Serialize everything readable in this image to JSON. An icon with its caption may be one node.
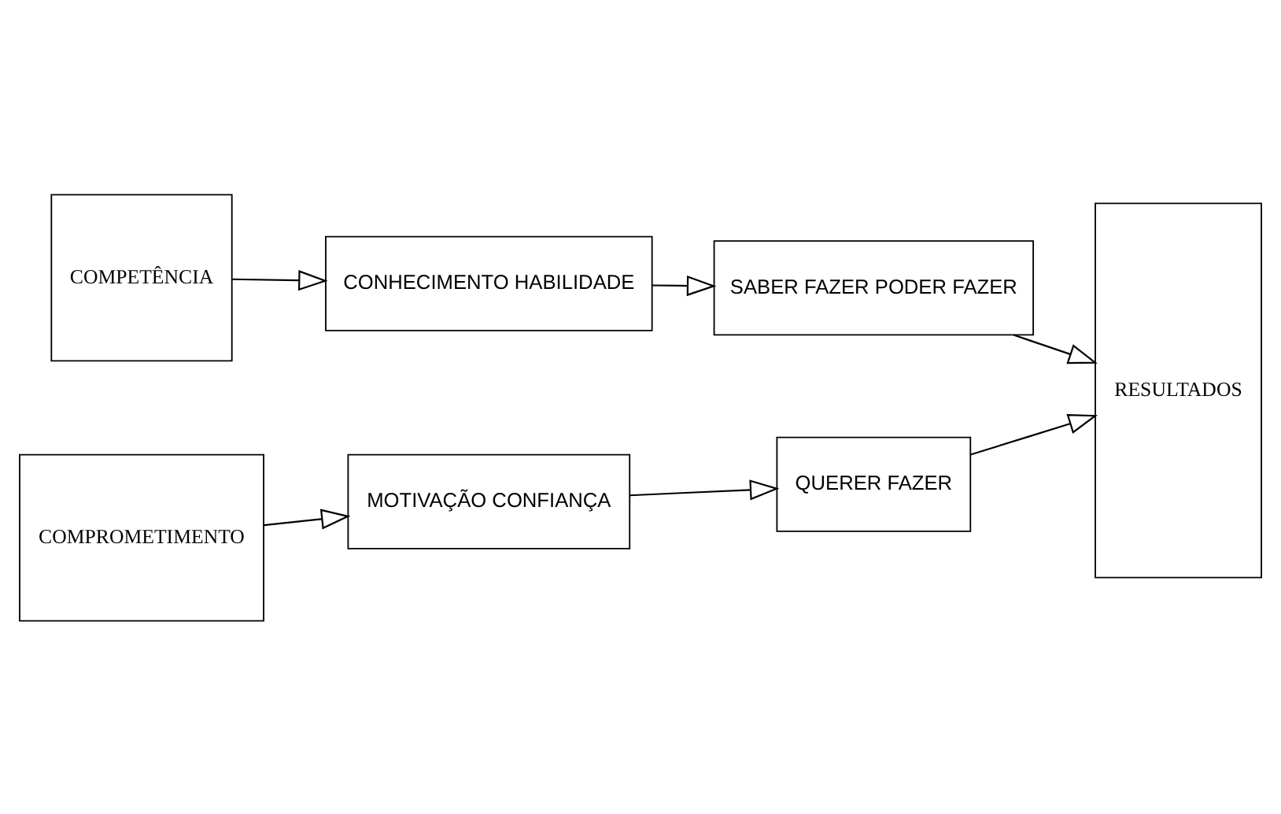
{
  "diagram": {
    "nodes": [
      {
        "text": [
          "COMPETÊNCIA"
        ]
      },
      {
        "text": [
          "CONHECIMENTO HABILIDADE"
        ]
      },
      {
        "text": [
          "SABER FAZER PODER FAZER"
        ]
      },
      {
        "text": [
          "COMPROMETIMENTO"
        ]
      },
      {
        "text": [
          "MOTIVAÇÃO CONFIANÇA"
        ]
      },
      {
        "text": [
          "QUERER FAZER"
        ]
      },
      {
        "text": [
          "RESULTADOS"
        ]
      }
    ],
    "edges": [
      {
        "from": 0,
        "to": 1,
        "arrow": "to"
      },
      {
        "from": 1,
        "to": 2,
        "arrow": "to"
      },
      {
        "from": 2,
        "to": 6,
        "arrow": "to"
      },
      {
        "from": 3,
        "to": 4,
        "arrow": "to"
      },
      {
        "from": 4,
        "to": 5,
        "arrow": "to"
      },
      {
        "from": 5,
        "to": 6,
        "arrow": "to"
      }
    ]
  }
}
